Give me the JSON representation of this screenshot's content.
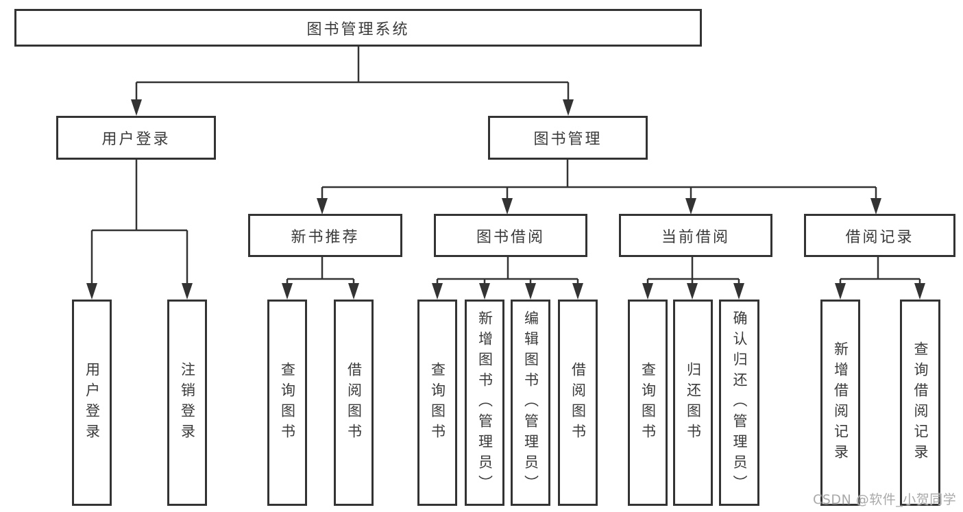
{
  "nodes": {
    "root": "图书管理系统",
    "level2": [
      "用户登录",
      "图书管理"
    ],
    "level3": [
      "新书推荐",
      "图书借阅",
      "当前借阅",
      "借阅记录"
    ],
    "login_children": [
      "用户登录",
      "注销登录"
    ],
    "newbook_children": [
      "查询图书",
      "借阅图书"
    ],
    "borrow_children": [
      "查询图书",
      "新增图书（管理员）",
      "编辑图书（管理员）",
      "借阅图书"
    ],
    "current_children": [
      "查询图书",
      "归还图书",
      "确认归还（管理员）"
    ],
    "record_children": [
      "新增借阅记录",
      "查询借阅记录"
    ]
  },
  "watermark": "CSDN @软件_小贺同学",
  "colors": {
    "line": "#333333",
    "box_border": "#333333",
    "text": "#3a3a3a",
    "watermark_text": "#a9a9a9",
    "background": "#ffffff"
  }
}
